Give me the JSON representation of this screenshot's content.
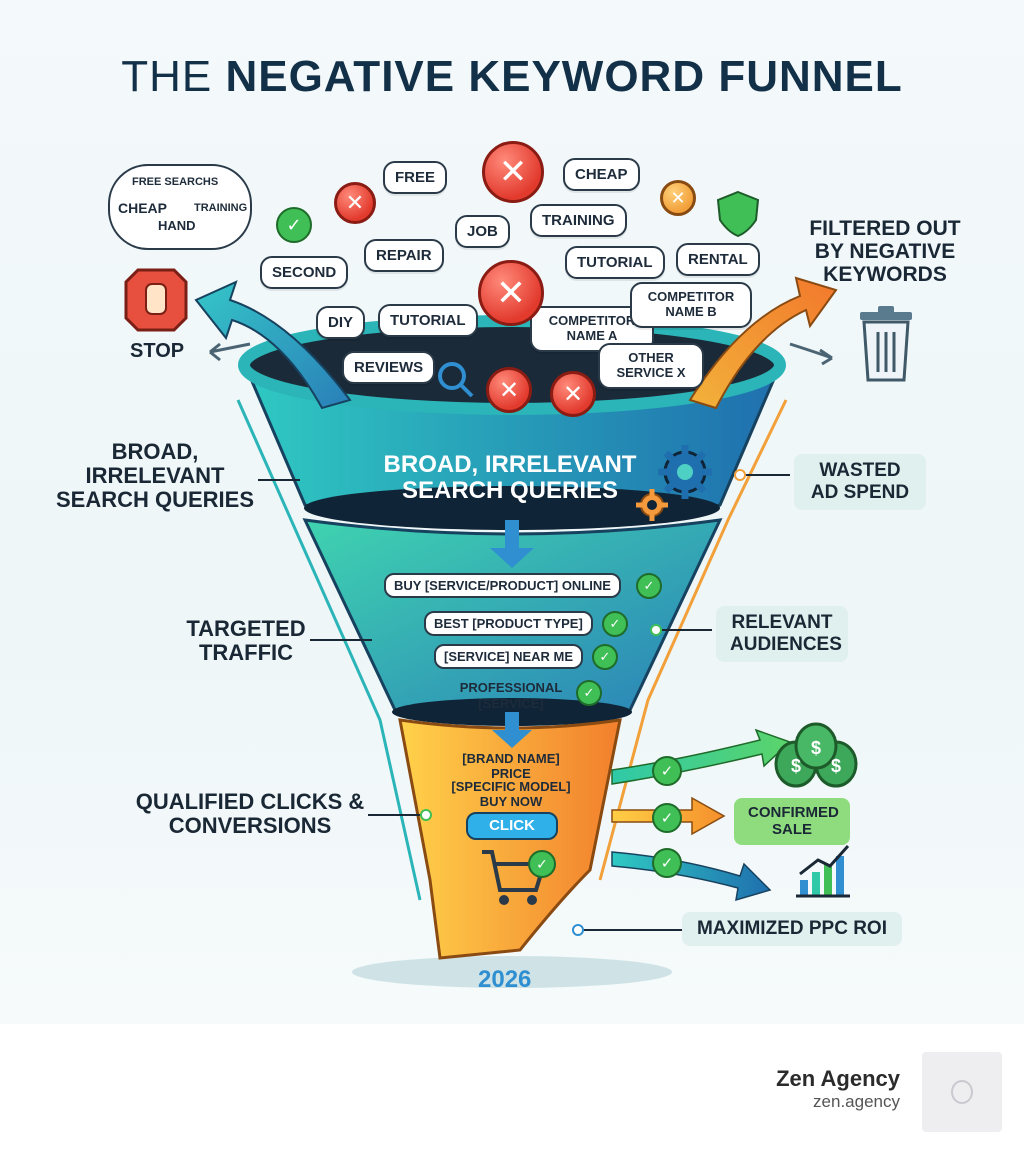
{
  "title": {
    "light": "THE",
    "bold": "NEGATIVE KEYWORD FUNNEL"
  },
  "cloud_words": [
    "FREE SEARCHS",
    "CHEAP",
    "TRAINING",
    "HAND"
  ],
  "top_bubbles": [
    "FREE",
    "CHEAP",
    "JOB",
    "TRAINING",
    "SECOND",
    "REPAIR",
    "TUTORIAL",
    "RENTAL",
    "DIY",
    "TUTORIAL",
    "COMPETITOR NAME A",
    "COMPETITOR NAME B",
    "OTHER SERVICE X",
    "REVIEWS"
  ],
  "labels": {
    "stop": "STOP",
    "filtered": "FILTERED OUT BY NEGATIVE KEYWORDS",
    "broad_left": "BROAD, IRRELEVANT SEARCH QUERIES",
    "broad_funnel": "BROAD, IRRELEVANT SEARCH QUERIES",
    "wasted": "WASTED AD SPEND",
    "targeted": "TARGETED TRAFFIC",
    "relevant": "RELEVANT AUDIENCES",
    "qualified": "QUALIFIED CLICKS & CONVERSIONS",
    "confirmed": "CONFIRMED SALE",
    "roi": "MAXIMIZED PPC ROI",
    "year": "2026"
  },
  "mid_keywords": [
    "BUY [SERVICE/PRODUCT] ONLINE",
    "BEST [PRODUCT TYPE]",
    "[SERVICE] NEAR ME",
    "PROFESSIONAL [SERVICE]"
  ],
  "bottom_keywords": [
    "[BRAND NAME] PRICE",
    "[SPECIFIC MODEL] BUY NOW"
  ],
  "click_label": "CLICK",
  "footer": {
    "brand": "Zen Agency",
    "url": "zen.agency"
  },
  "colors": {
    "teal": "#2bb5b8",
    "green": "#6cd48a",
    "orange": "#f59a3c",
    "red": "#e23b2e",
    "navy": "#123047"
  }
}
